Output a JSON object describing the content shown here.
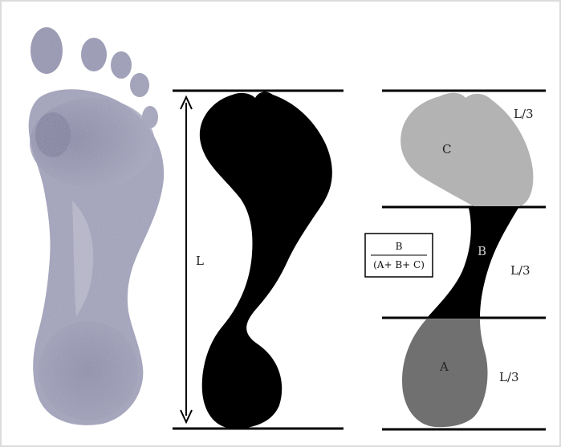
{
  "diagram": {
    "length_label": "L",
    "third_label_top": "L/3",
    "third_label_middle": "L/3",
    "third_label_bottom": "L/3",
    "region_c_label": "C",
    "region_b_label": "B",
    "region_a_label": "A",
    "formula_numerator": "B",
    "formula_denominator": "(A+ B+ C)"
  },
  "colors": {
    "footprint_ink": "#9a9ab3",
    "silhouette": "#000000",
    "region_c": "#b3b3b3",
    "region_b": "#000000",
    "region_a": "#707070",
    "border": "#dcdcdc"
  }
}
